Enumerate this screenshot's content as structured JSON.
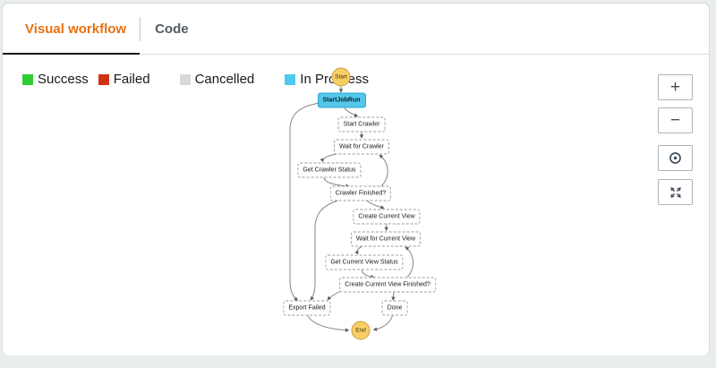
{
  "panel": {
    "tabs": [
      {
        "label": "Visual workflow",
        "active": true
      },
      {
        "label": "Code",
        "active": false
      }
    ]
  },
  "legend": [
    {
      "label": "Success",
      "color": "#2ecc31"
    },
    {
      "label": "Failed",
      "color": "#d13212"
    },
    {
      "label": "Cancelled",
      "color": "#d9d9d9"
    },
    {
      "label": "In Progress",
      "color": "#4ec9ed"
    }
  ],
  "workflow": {
    "nodes": [
      {
        "id": "start",
        "label": "Start",
        "type": "terminal"
      },
      {
        "id": "start-job-run",
        "label": "StartJobRun",
        "status": "in-progress"
      },
      {
        "id": "start-crawler",
        "label": "Start Crawler",
        "status": "pending"
      },
      {
        "id": "wait-for-crawler",
        "label": "Wait for Crawler",
        "status": "pending"
      },
      {
        "id": "get-crawler-status",
        "label": "Get Crawler Status",
        "status": "pending"
      },
      {
        "id": "crawler-finished",
        "label": "Crawler Finished?",
        "status": "pending"
      },
      {
        "id": "create-current-view",
        "label": "Create Current View",
        "status": "pending"
      },
      {
        "id": "wait-for-current-view",
        "label": "Wait for Current View",
        "status": "pending"
      },
      {
        "id": "get-current-view-status",
        "label": "Get Current View Status",
        "status": "pending"
      },
      {
        "id": "create-current-view-finished",
        "label": "Create Current View Finished?",
        "status": "pending"
      },
      {
        "id": "export-failed",
        "label": "Export Failed",
        "status": "pending"
      },
      {
        "id": "done",
        "label": "Done",
        "status": "pending"
      },
      {
        "id": "end",
        "label": "End",
        "type": "terminal"
      }
    ],
    "colors": {
      "terminal_fill": "#f8cf66",
      "in_progress_fill": "#53c8ea",
      "pending_border": "#9b9b9b",
      "edge": "#848484"
    }
  },
  "controls": [
    {
      "name": "zoom-in",
      "label": "+"
    },
    {
      "name": "zoom-out",
      "label": "−"
    },
    {
      "name": "center",
      "icon": "target-icon"
    },
    {
      "name": "fit-view",
      "icon": "expand-arrows-icon"
    }
  ]
}
